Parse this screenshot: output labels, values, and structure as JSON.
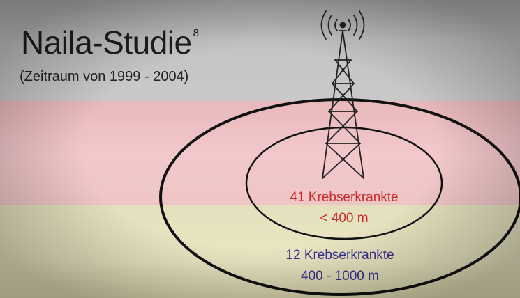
{
  "title": {
    "main": "Naila-Studie",
    "footnote": "8",
    "period": "(Zeitraum von 1999 - 2004)"
  },
  "zones": {
    "inner": {
      "count_text": "41 Krebserkrankte",
      "distance_text": "< 400 m",
      "color": "#cc2a2a"
    },
    "outer": {
      "count_text": "12 Krebserkrankte",
      "distance_text": "400 - 1000 m",
      "color": "#3a2f8f"
    }
  },
  "icons": [
    "radio-tower-icon",
    "signal-waves-icon"
  ],
  "colors": {
    "band_top": "#c4c4c4",
    "band_middle": "#f2c8ca",
    "band_bottom": "#ebe7c3",
    "outline": "#111111"
  }
}
